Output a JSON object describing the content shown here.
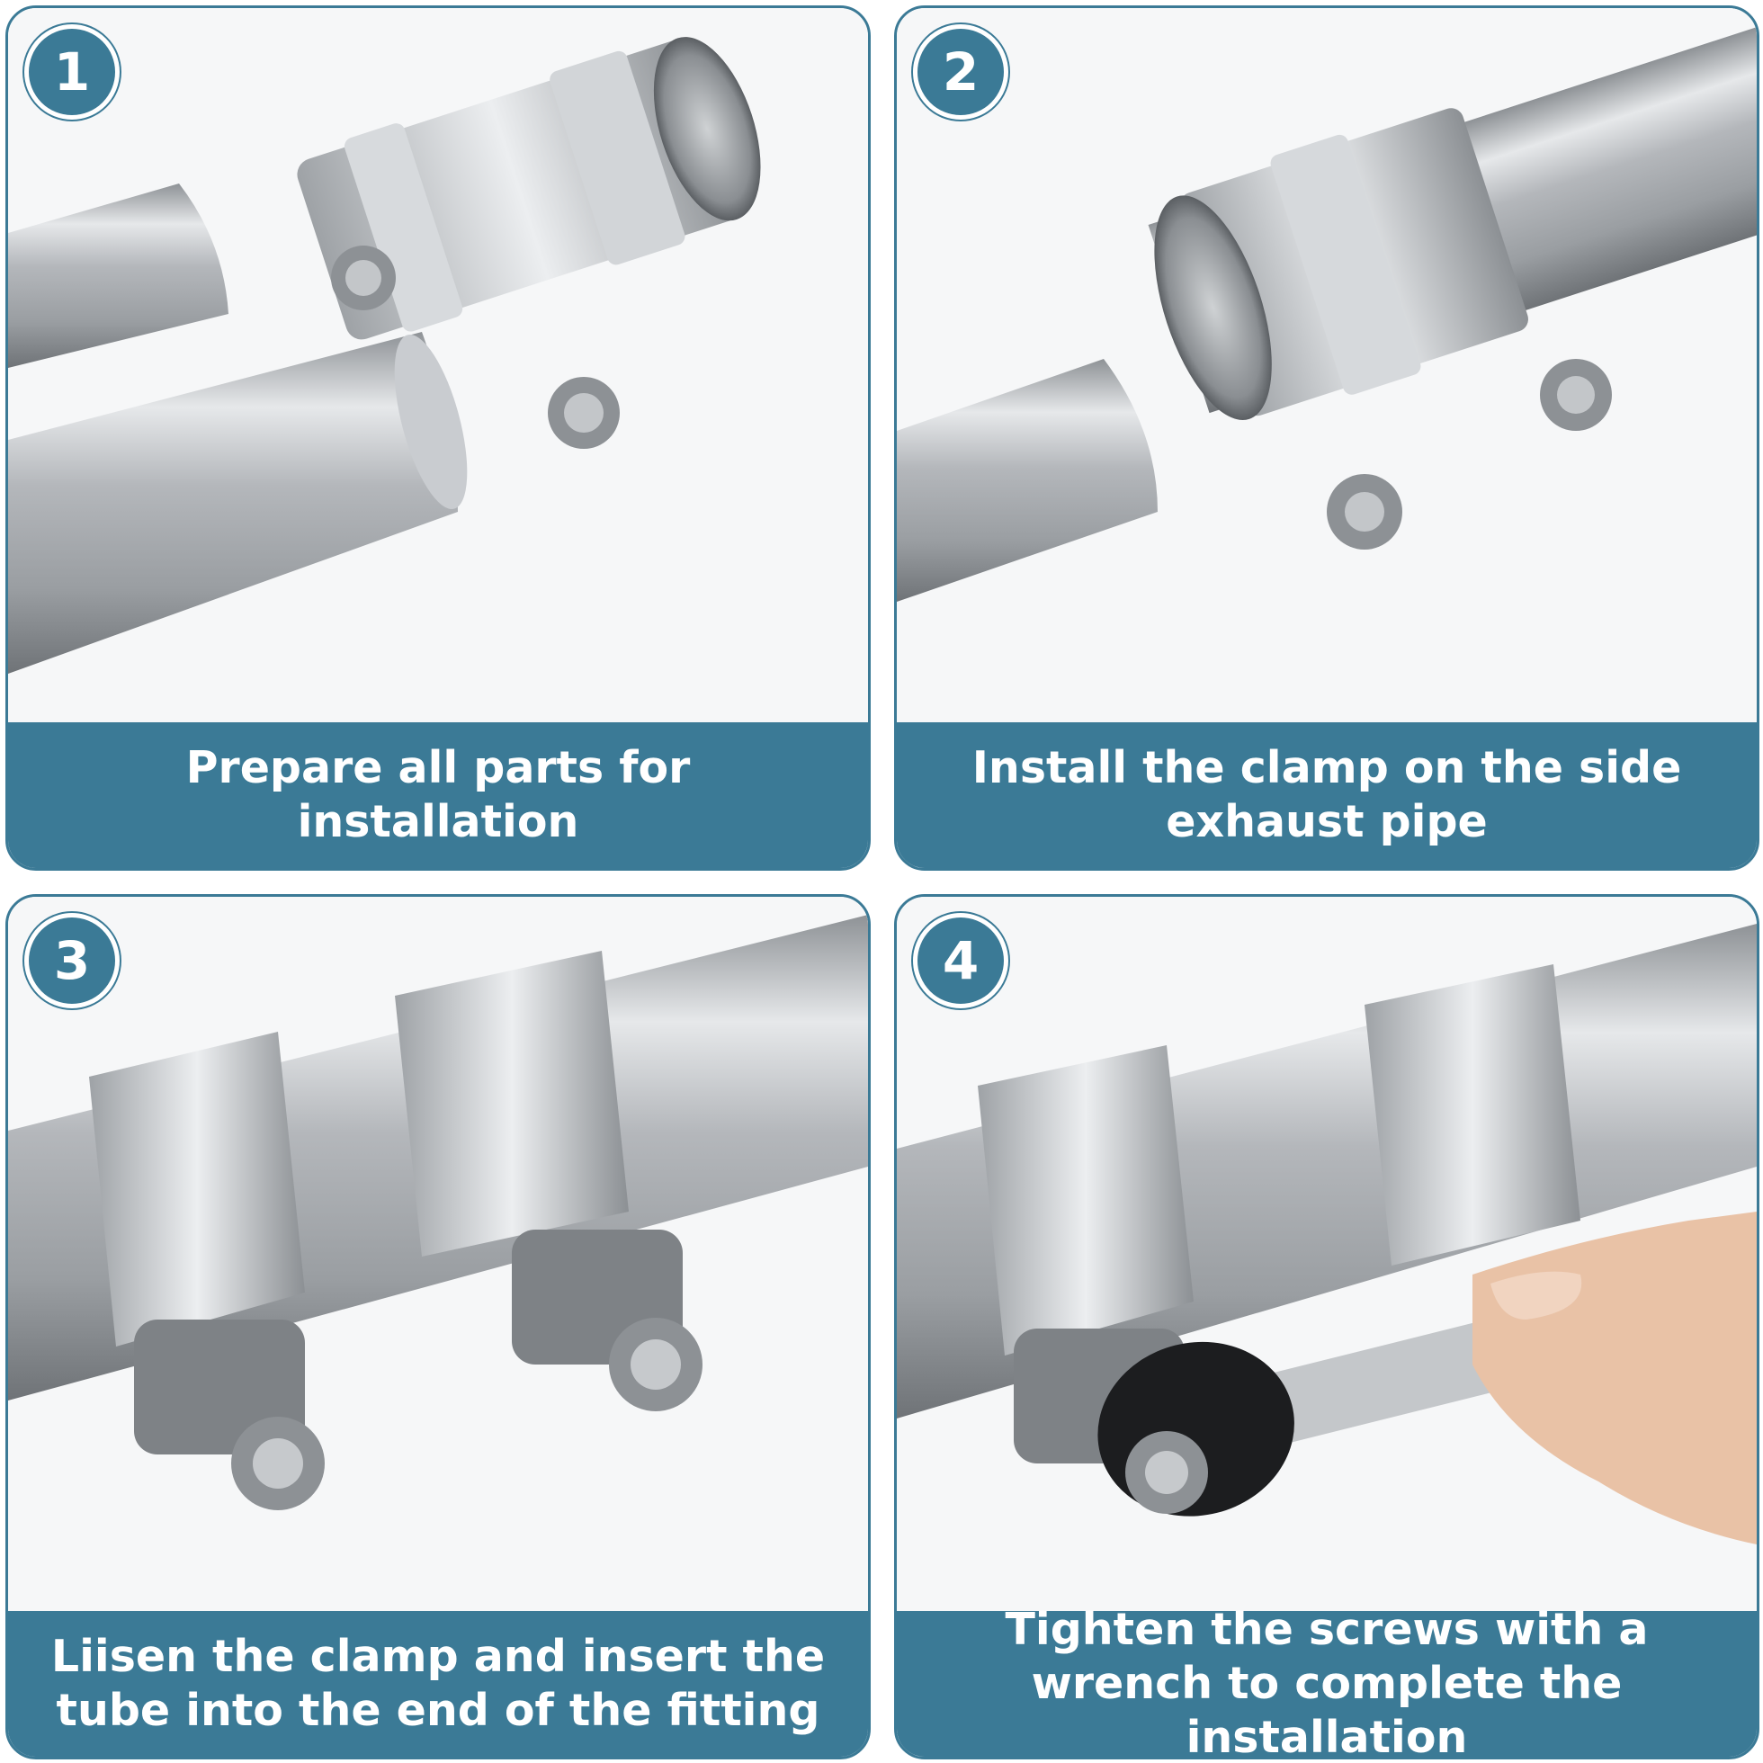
{
  "steps": [
    {
      "number": "1",
      "caption": "Prepare all parts for installation"
    },
    {
      "number": "2",
      "caption": "Install the clamp on the side exhaust pipe"
    },
    {
      "number": "3",
      "caption": "Liisen the clamp and insert the tube into the end of the fitting"
    },
    {
      "number": "4",
      "caption": "Tighten the screws with a wrench to complete the installation"
    }
  ],
  "colors": {
    "accent": "#3b7a96",
    "metal": "#b9bcc0",
    "background": "#ffffff"
  }
}
